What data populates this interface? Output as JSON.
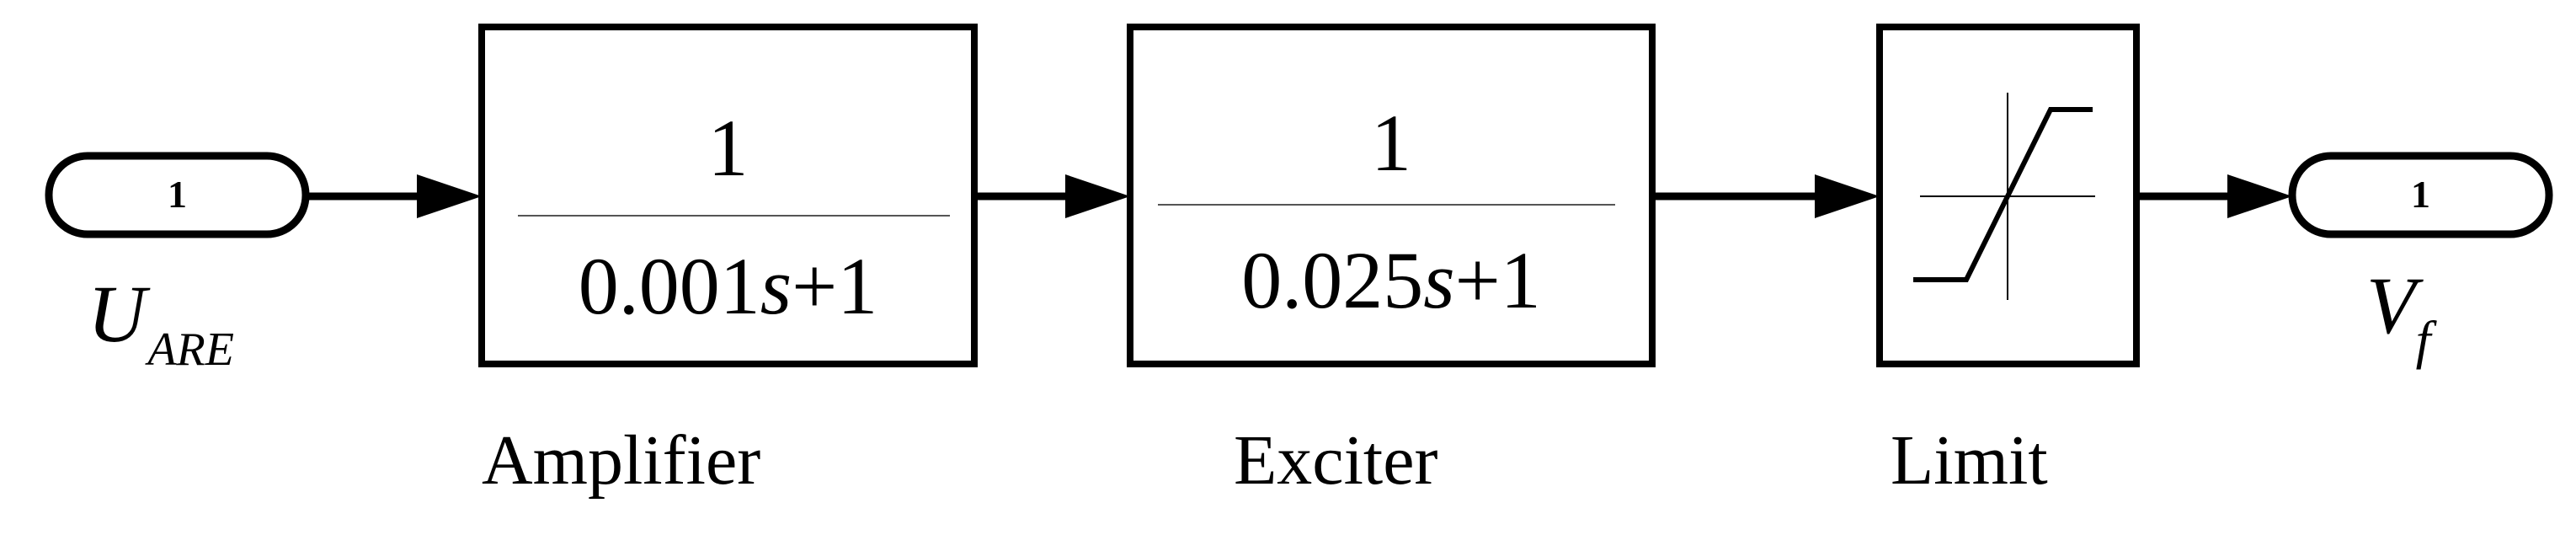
{
  "input_port": {
    "number": "1",
    "signal": "U",
    "signal_sub": "ARE"
  },
  "output_port": {
    "number": "1",
    "signal": "V",
    "signal_sub": "f"
  },
  "blocks": [
    {
      "label": "Amplifier",
      "numerator": "1",
      "den_coef": "0.001",
      "den_var": "s",
      "den_rest": "+1"
    },
    {
      "label": "Exciter",
      "numerator": "1",
      "den_coef": "0.025",
      "den_var": "s",
      "den_rest": "+1"
    },
    {
      "label": "Limit"
    }
  ]
}
